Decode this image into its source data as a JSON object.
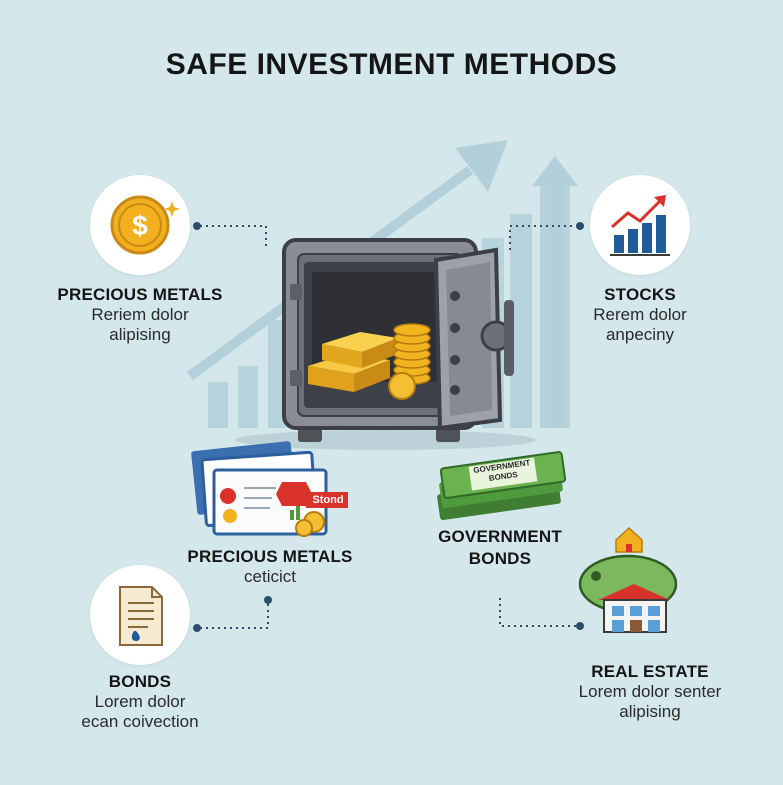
{
  "title": "SAFE INVESTMENT METHODS",
  "colors": {
    "background": "#d4e8ec",
    "connector": "#2b4d6b",
    "accent_gold": "#f2b01e",
    "accent_blue": "#1f5c99",
    "accent_red": "#d9322b",
    "accent_green": "#4f9a3c"
  },
  "items": {
    "precious_metals_top": {
      "icon": "gold-dollar-coin-icon",
      "heading": "PRECIOUS METALS",
      "lines": [
        "Reriem dolor",
        "alipising"
      ]
    },
    "stocks": {
      "icon": "stock-chart-icon",
      "heading": "STOCKS",
      "lines": [
        "Rerem dolor",
        "anpeciny"
      ]
    },
    "precious_metals_mid": {
      "icon": "certificates-icon",
      "heading": "PRECIOUS METALS",
      "lines": [
        "ceticict"
      ]
    },
    "government_bonds": {
      "icon": "cash-bundle-icon",
      "heading_lines": [
        "GOVERNMENT",
        "BONDS"
      ],
      "bill_text": [
        "GOVERNMENT",
        "BONDS"
      ]
    },
    "bonds": {
      "icon": "document-icon",
      "heading": "BONDS",
      "lines": [
        "Lorem dolor",
        "ecan coivection"
      ]
    },
    "real_estate": {
      "icon": "piggy-bank-house-icon",
      "heading": "REAL ESTATE",
      "lines": [
        "Lorem dolor senter",
        "alipising"
      ]
    }
  },
  "certificate_stamp": "Stond"
}
